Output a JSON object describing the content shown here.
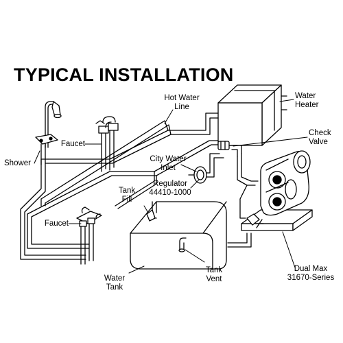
{
  "title": "TYPICAL INSTALLATION",
  "labels": {
    "hot_water_line": "Hot Water\nLine",
    "water_heater": "Water\nHeater",
    "check_valve": "Check\nValve",
    "faucet_upper": "Faucet",
    "shower": "Shower",
    "city_water_inlet": "City Water\nInlet",
    "regulator": "Regulator\n44410-1000",
    "tank_fill": "Tank\nFill",
    "faucet_lower": "Faucet",
    "water_tank": "Water\nTank",
    "tank_vent": "Tank\nVent",
    "dual_max": "Dual Max\n31670-Series"
  },
  "colors": {
    "line": "#000000",
    "background": "#ffffff"
  }
}
